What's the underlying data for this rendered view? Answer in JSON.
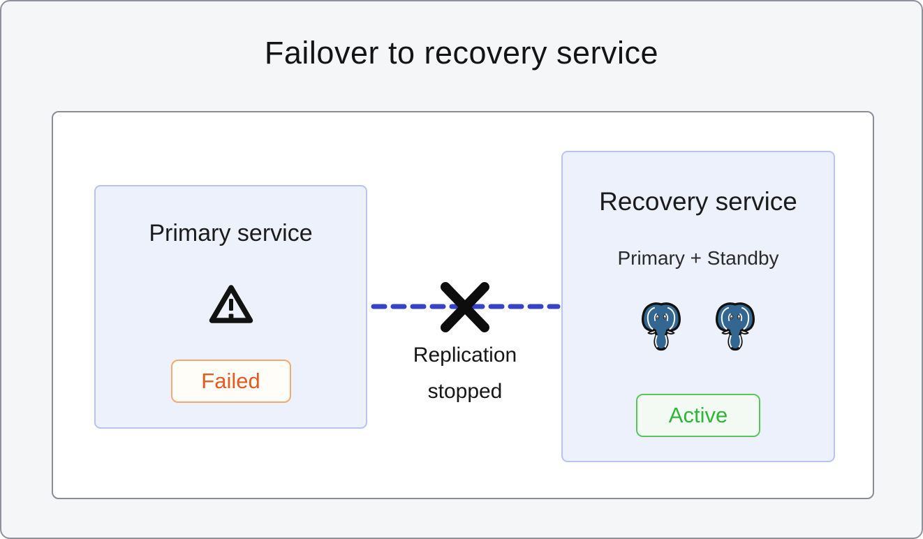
{
  "title": "Failover to recovery service",
  "primary_node": {
    "title": "Primary service",
    "status_label": "Failed",
    "icon": "warning-triangle"
  },
  "connector": {
    "label": "Replication stopped",
    "style": "dashed",
    "icon": "x-mark"
  },
  "recovery_node": {
    "title": "Recovery service",
    "subtitle": "Primary + Standby",
    "status_label": "Active",
    "icons": [
      "postgresql-elephant",
      "postgresql-elephant"
    ]
  },
  "colors": {
    "page_background": "#f5f6f8",
    "page_border": "#8f929c",
    "canvas_background": "#ffffff",
    "canvas_border": "#8a8d98",
    "node_background": "#edf1fc",
    "node_border": "#b8c3ee",
    "failed_text": "#e55a1e",
    "failed_border": "#f3aa70",
    "failed_background": "#fffdf8",
    "active_text": "#2db737",
    "active_border": "#58c65c",
    "active_background": "#f3faf3",
    "connector_line": "#3842c4",
    "x_mark": "#0d0d0d",
    "postgres_blue": "#336791"
  }
}
